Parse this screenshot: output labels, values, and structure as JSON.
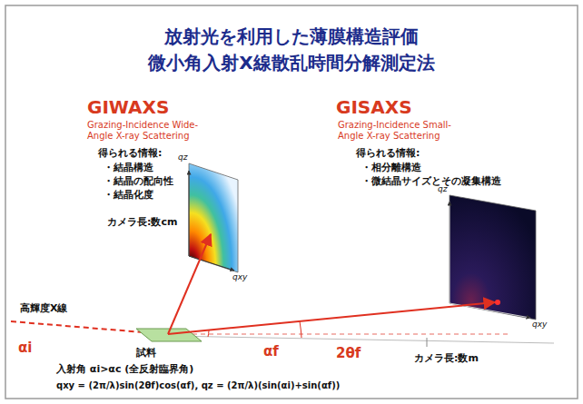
{
  "diagram": {
    "title": "放射光を利用した薄膜構造評価 微小角入射X線散乱時間分解測定法",
    "labels": [
      "GIWAXS",
      "Grazing-Incidence Wide-Angle X-ray Scattering",
      "得られる情報:",
      "・結晶構造",
      "・結晶の配向性",
      "・結晶化度",
      "カメラ長:数cm",
      "qz",
      "qxy",
      "GISAXS",
      "Grazing-Incidence Small-Angle X-ray Scattering",
      "得られる情報:",
      "・相分離構造",
      "・微結晶サイズとその凝集構造",
      "qz",
      "qxy",
      "高輝度X線",
      "αi",
      "試料",
      "αf",
      "2θf",
      "カメラ長:数m",
      "入射角 αi>αc (全反射臨界角)",
      "qxy = (2π/λ)sin(2θf)cos(αf), qz = (2π/λ)(sin(αi)+sin(αf))"
    ]
  }
}
